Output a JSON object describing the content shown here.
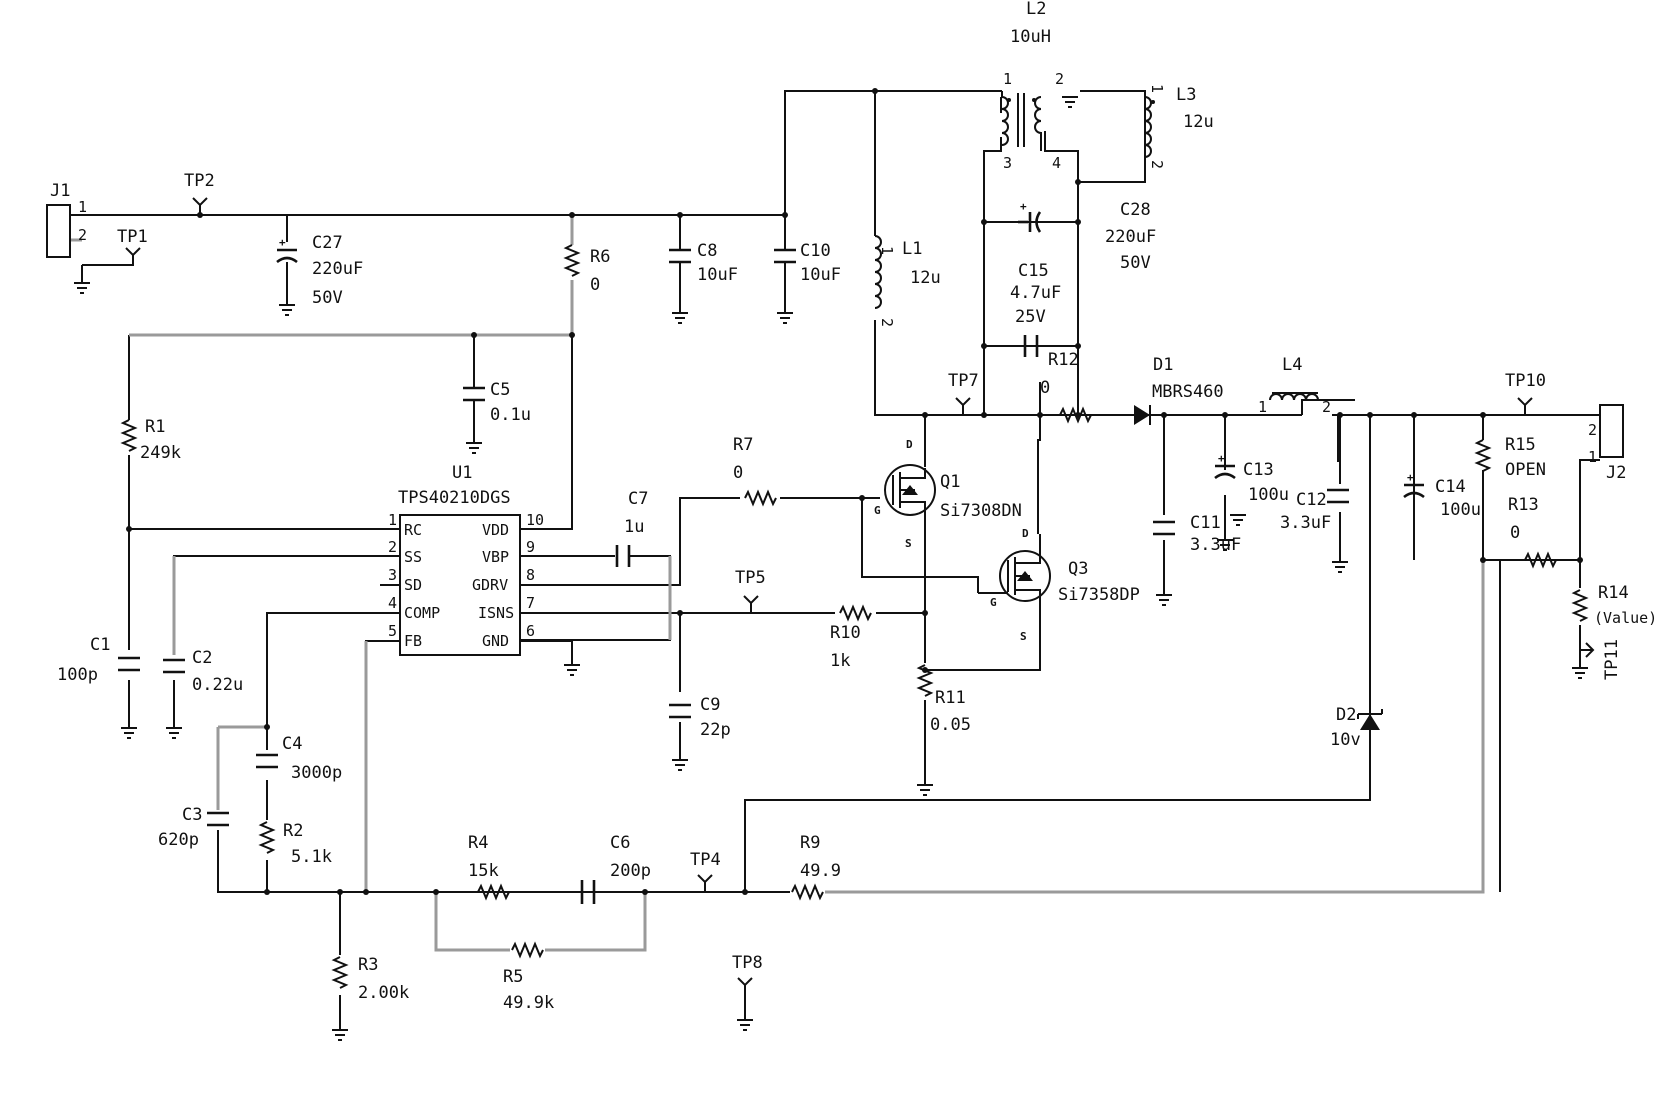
{
  "parts": {
    "J1": {
      "ref": "J1",
      "p1": "1",
      "p2": "2"
    },
    "J2": {
      "ref": "J2",
      "p1": "1",
      "p2": "2"
    },
    "TP1": {
      "ref": "TP1"
    },
    "TP2": {
      "ref": "TP2"
    },
    "TP4": {
      "ref": "TP4"
    },
    "TP5": {
      "ref": "TP5"
    },
    "TP7": {
      "ref": "TP7"
    },
    "TP8": {
      "ref": "TP8"
    },
    "TP10": {
      "ref": "TP10"
    },
    "TP11": {
      "ref": "TP11"
    },
    "C27": {
      "ref": "C27",
      "val": "220uF",
      "val2": "50V"
    },
    "C28": {
      "ref": "C28",
      "val": "220uF",
      "val2": "50V"
    },
    "R6": {
      "ref": "R6",
      "val": "0"
    },
    "C8": {
      "ref": "C8",
      "val": "10uF"
    },
    "C10": {
      "ref": "C10",
      "val": "10uF"
    },
    "L1": {
      "ref": "L1",
      "val": "12u",
      "p1": "1",
      "p2": "2"
    },
    "L2": {
      "ref": "L2",
      "val": "10uH",
      "p1": "1",
      "p2": "2",
      "p3": "3",
      "p4": "4"
    },
    "L3": {
      "ref": "L3",
      "val": "12u",
      "p1": "1",
      "p2": "2"
    },
    "C15": {
      "ref": "C15",
      "val": "4.7uF",
      "val2": "25V"
    },
    "R12": {
      "ref": "R12",
      "val": "0"
    },
    "D1": {
      "ref": "D1",
      "val": "MBRS460"
    },
    "L4": {
      "ref": "L4",
      "p1": "1",
      "p2": "2"
    },
    "C13": {
      "ref": "C13",
      "val": "100u"
    },
    "C11": {
      "ref": "C11",
      "val": "3.3uF"
    },
    "C12": {
      "ref": "C12",
      "val": "3.3uF"
    },
    "C14": {
      "ref": "C14",
      "val": "100u"
    },
    "R15": {
      "ref": "R15",
      "val": "OPEN"
    },
    "R13": {
      "ref": "R13",
      "val": "0"
    },
    "R14": {
      "ref": "R14",
      "val": "(Value)"
    },
    "R1": {
      "ref": "R1",
      "val": "249k"
    },
    "C5": {
      "ref": "C5",
      "val": "0.1u"
    },
    "U1": {
      "ref": "U1",
      "val": "TPS40210DGS",
      "pins": [
        {
          "num": "1",
          "name": "RC"
        },
        {
          "num": "2",
          "name": "SS"
        },
        {
          "num": "3",
          "name": "SD"
        },
        {
          "num": "4",
          "name": "COMP"
        },
        {
          "num": "5",
          "name": "FB"
        },
        {
          "num": "10",
          "name": "VDD"
        },
        {
          "num": "9",
          "name": "VBP"
        },
        {
          "num": "8",
          "name": "GDRV"
        },
        {
          "num": "7",
          "name": "ISNS"
        },
        {
          "num": "6",
          "name": "GND"
        }
      ]
    },
    "C7": {
      "ref": "C7",
      "val": "1u"
    },
    "R7": {
      "ref": "R7",
      "val": "0"
    },
    "Q1": {
      "ref": "Q1",
      "val": "Si7308DN",
      "d": "D",
      "g": "G",
      "s": "S"
    },
    "Q3": {
      "ref": "Q3",
      "val": "Si7358DP",
      "d": "D",
      "g": "G",
      "s": "S"
    },
    "R10": {
      "ref": "R10",
      "val": "1k"
    },
    "R11": {
      "ref": "R11",
      "val": "0.05"
    },
    "C9": {
      "ref": "C9",
      "val": "22p"
    },
    "C1": {
      "ref": "C1",
      "val": "100p"
    },
    "C2": {
      "ref": "C2",
      "val": "0.22u"
    },
    "C4": {
      "ref": "C4",
      "val": "3000p"
    },
    "C3": {
      "ref": "C3",
      "val": "620p"
    },
    "R2": {
      "ref": "R2",
      "val": "5.1k"
    },
    "R3": {
      "ref": "R3",
      "val": "2.00k"
    },
    "R4": {
      "ref": "R4",
      "val": "15k"
    },
    "R5": {
      "ref": "R5",
      "val": "49.9k"
    },
    "C6": {
      "ref": "C6",
      "val": "200p"
    },
    "R9": {
      "ref": "R9",
      "val": "49.9"
    },
    "D2": {
      "ref": "D2",
      "val": "10v"
    }
  }
}
